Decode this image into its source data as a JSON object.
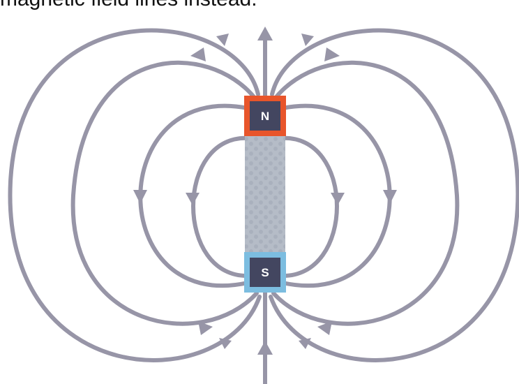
{
  "caption": "magnetic field lines instead.",
  "magnet": {
    "north_label": "N",
    "south_label": "S"
  },
  "colors": {
    "field_line": "#9795a7",
    "north_border": "#e8552b",
    "south_border": "#7cbde0",
    "pole_fill": "#434660",
    "pole_text": "#ffffff",
    "bar_fill": "#b5bcc7",
    "bar_dots": "#9fa7b4"
  }
}
